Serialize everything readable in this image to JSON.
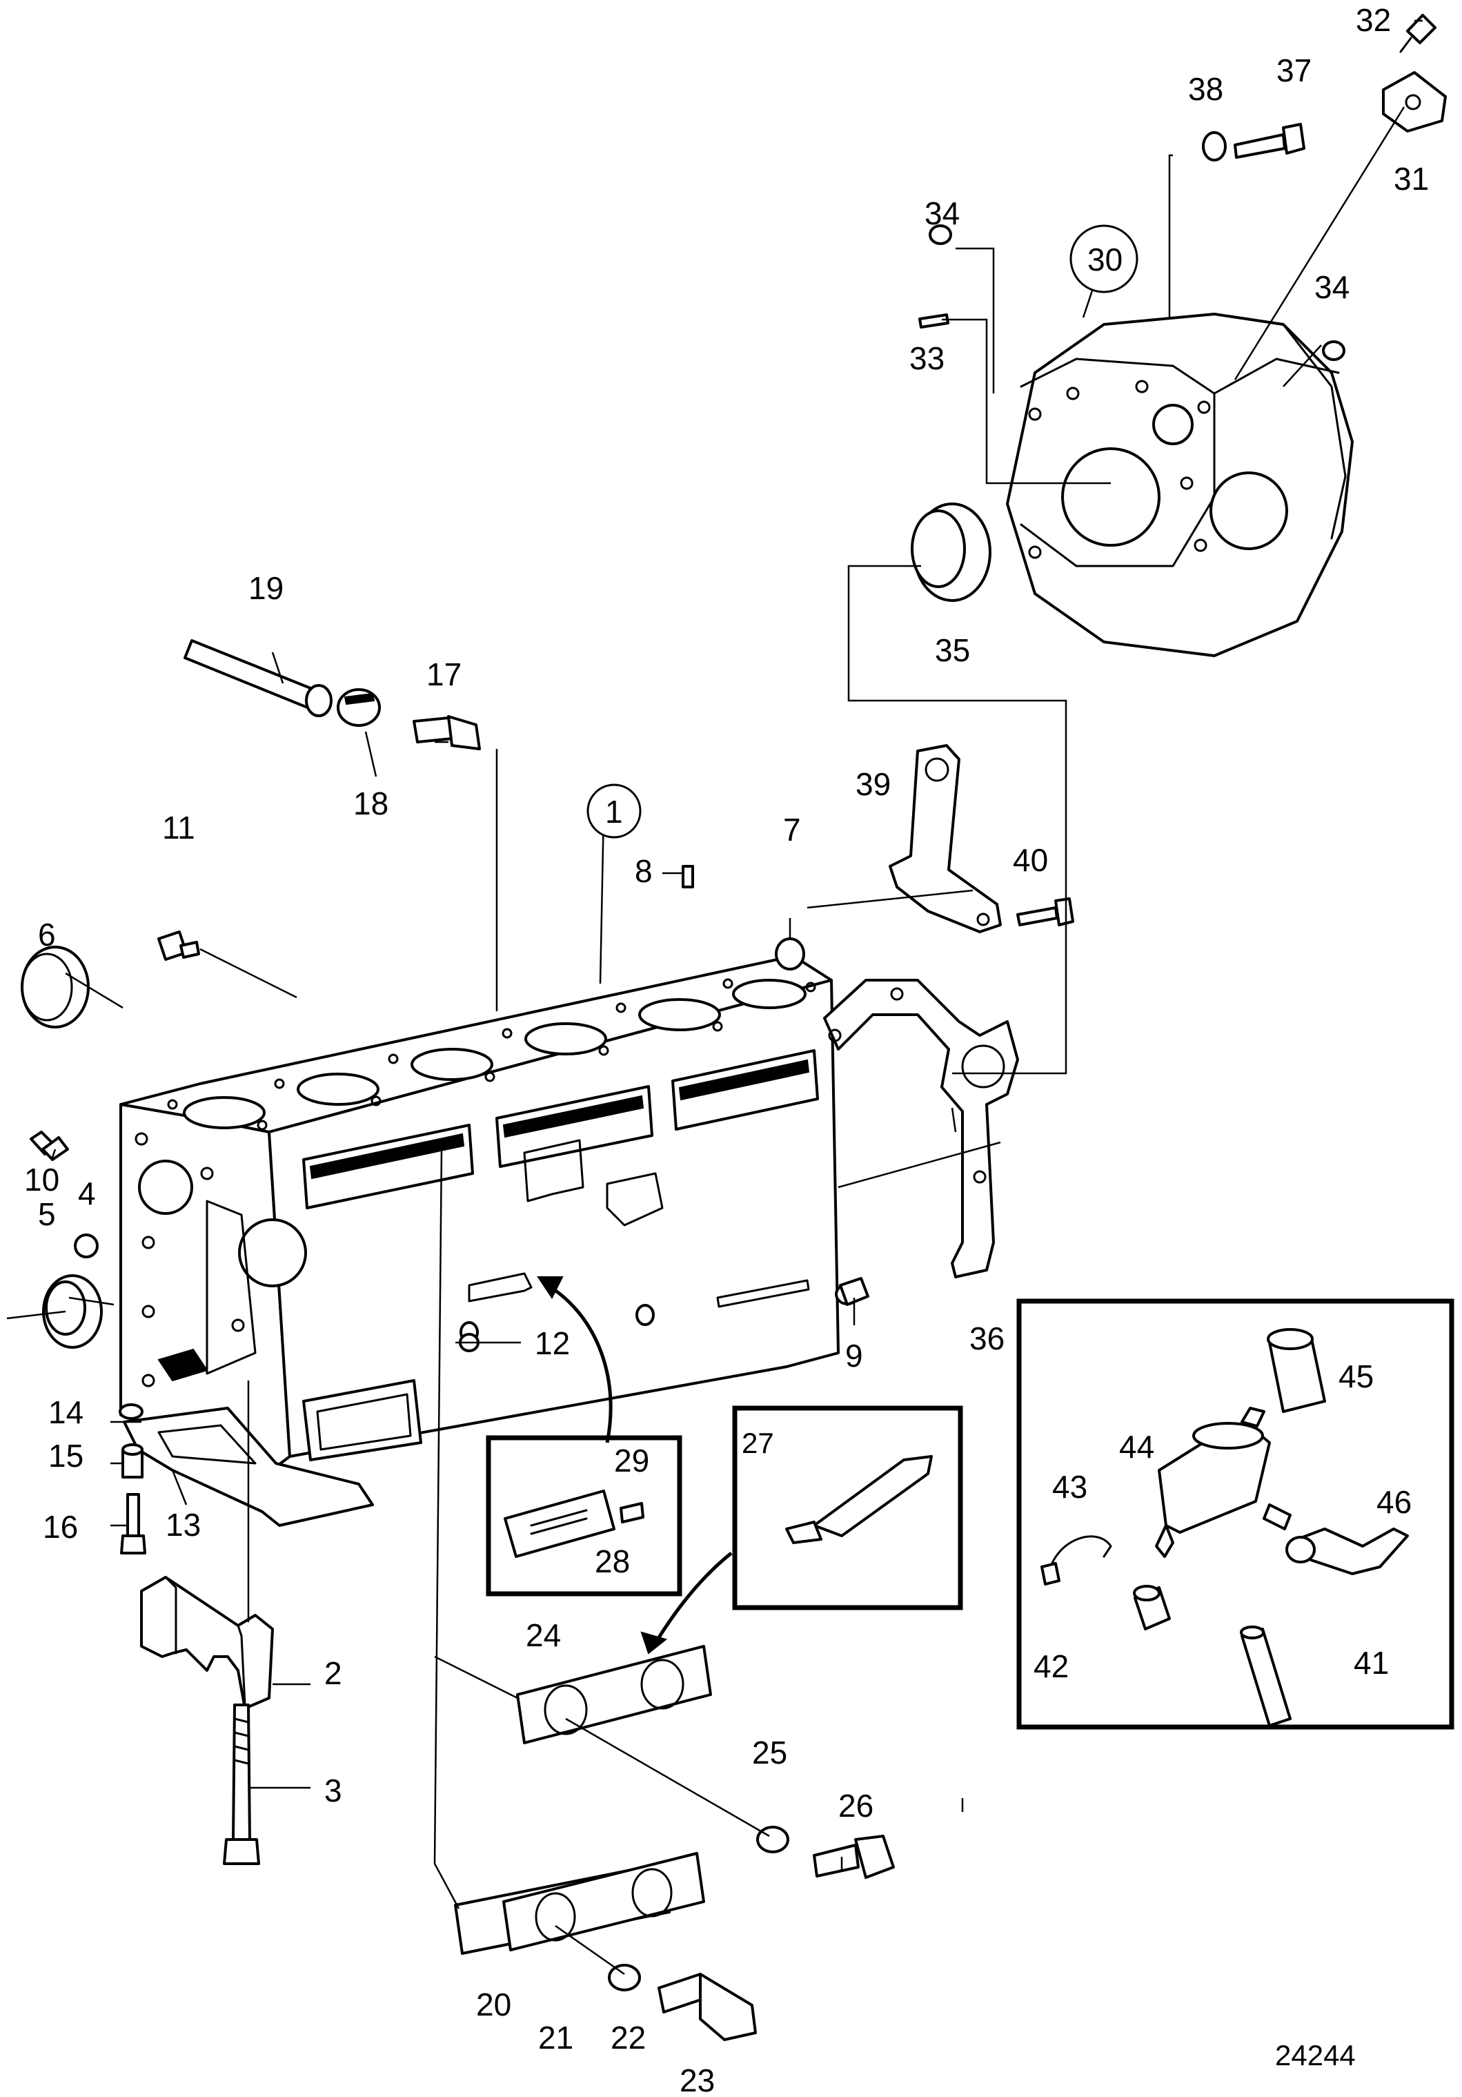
{
  "drawing_number": "24244",
  "callouts": [
    {
      "id": "1",
      "text": "1",
      "circled": true
    },
    {
      "id": "2",
      "text": "2"
    },
    {
      "id": "3",
      "text": "3"
    },
    {
      "id": "4",
      "text": "4"
    },
    {
      "id": "5",
      "text": "5"
    },
    {
      "id": "6",
      "text": "6"
    },
    {
      "id": "7",
      "text": "7"
    },
    {
      "id": "8",
      "text": "8"
    },
    {
      "id": "9",
      "text": "9"
    },
    {
      "id": "10",
      "text": "10"
    },
    {
      "id": "11",
      "text": "11"
    },
    {
      "id": "12",
      "text": "12"
    },
    {
      "id": "13",
      "text": "13"
    },
    {
      "id": "14",
      "text": "14"
    },
    {
      "id": "15",
      "text": "15"
    },
    {
      "id": "16",
      "text": "16"
    },
    {
      "id": "17",
      "text": "17"
    },
    {
      "id": "18",
      "text": "18"
    },
    {
      "id": "19",
      "text": "19"
    },
    {
      "id": "20",
      "text": "20"
    },
    {
      "id": "21",
      "text": "21"
    },
    {
      "id": "22",
      "text": "22"
    },
    {
      "id": "23",
      "text": "23"
    },
    {
      "id": "24",
      "text": "24"
    },
    {
      "id": "25",
      "text": "25"
    },
    {
      "id": "26",
      "text": "26"
    },
    {
      "id": "27",
      "text": "27"
    },
    {
      "id": "28",
      "text": "28"
    },
    {
      "id": "29",
      "text": "29"
    },
    {
      "id": "30",
      "text": "30",
      "circled": true
    },
    {
      "id": "31",
      "text": "31"
    },
    {
      "id": "32",
      "text": "32"
    },
    {
      "id": "33",
      "text": "33"
    },
    {
      "id": "34a",
      "text": "34"
    },
    {
      "id": "34b",
      "text": "34"
    },
    {
      "id": "35",
      "text": "35"
    },
    {
      "id": "36",
      "text": "36"
    },
    {
      "id": "37",
      "text": "37"
    },
    {
      "id": "38",
      "text": "38"
    },
    {
      "id": "39",
      "text": "39"
    },
    {
      "id": "40",
      "text": "40"
    },
    {
      "id": "41",
      "text": "41"
    },
    {
      "id": "42",
      "text": "42"
    },
    {
      "id": "43",
      "text": "43"
    },
    {
      "id": "44",
      "text": "44"
    },
    {
      "id": "45",
      "text": "45"
    },
    {
      "id": "46",
      "text": "46"
    }
  ]
}
